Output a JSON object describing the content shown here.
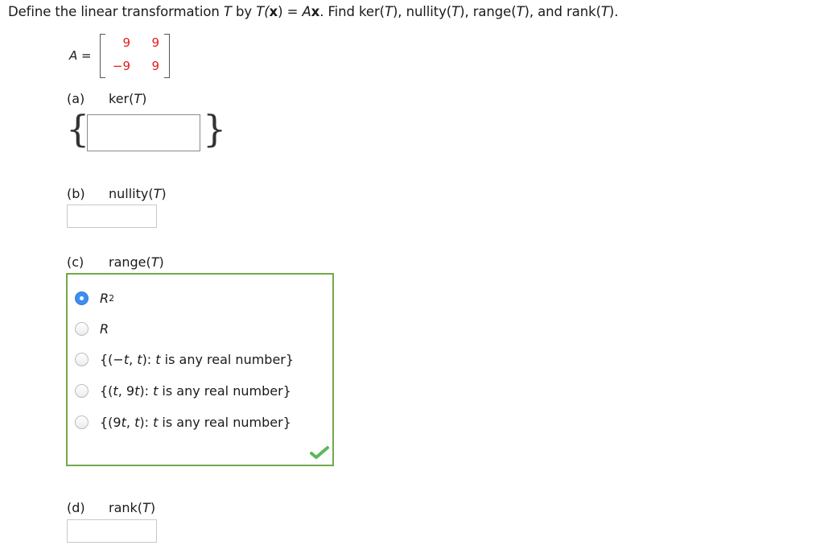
{
  "question": {
    "prefix": "Define the linear transformation ",
    "T": "T",
    "by": " by ",
    "Tx_open": "T(",
    "x": "x",
    "Tx_close": ") = ",
    "A": "A",
    "x2": "x",
    "find": ". Find ker(",
    "t1": "T",
    "s1": "), nullity(",
    "t2": "T",
    "s2": "), range(",
    "t3": "T",
    "s3": "), and rank(",
    "t4": "T",
    "s4": ")."
  },
  "matrix": {
    "label": "A =",
    "rows": [
      [
        "9",
        "9"
      ],
      [
        "−9",
        "9"
      ]
    ],
    "color": "#e8191a"
  },
  "parts": {
    "a": {
      "label": "(a)",
      "name": "ker(",
      "T": "T",
      "close": ")",
      "brace_open": "{",
      "brace_close": "}",
      "value": ""
    },
    "b": {
      "label": "(b)",
      "name": "nullity(",
      "T": "T",
      "close": ")",
      "value": ""
    },
    "c": {
      "label": "(c)",
      "name": "range(",
      "T": "T",
      "close": ")",
      "selected_index": 0,
      "options": [
        {
          "main": "R",
          "sup": "2",
          "rest": ""
        },
        {
          "main": "R",
          "sup": "",
          "rest": ""
        },
        {
          "main": "",
          "sup": "",
          "rest": "{(−t, t): t is any real number}"
        },
        {
          "main": "",
          "sup": "",
          "rest": "{(t, 9t): t is any real number}"
        },
        {
          "main": "",
          "sup": "",
          "rest": "{(9t, t): t is any real number}"
        }
      ],
      "status": "correct",
      "status_color": "#5cb85c"
    },
    "d": {
      "label": "(d)",
      "name": "rank(",
      "T": "T",
      "close": ")",
      "value": ""
    }
  }
}
